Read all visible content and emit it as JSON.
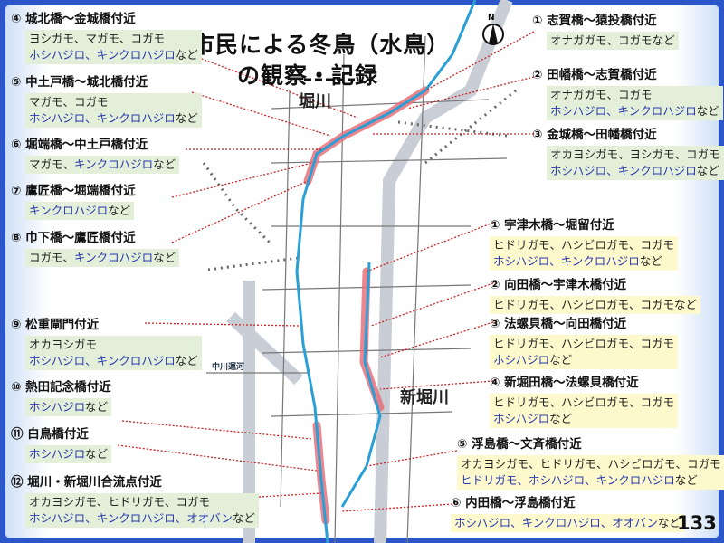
{
  "title": {
    "line1": "市民による冬鳥（水鳥）",
    "line2": "の観察・記録"
  },
  "map_labels": {
    "horikawa": "堀川",
    "shinhorikawa": "新堀川",
    "nakagawa": "中川運河",
    "north": "N"
  },
  "page_number": "133",
  "colors": {
    "green_box": "#e3efd9",
    "yellow_box": "#fdf9cc",
    "river": "#2a9fd6",
    "highlight": "#e8707a",
    "leader": "#cc2222"
  },
  "horikawa_left": [
    {
      "title": "④ 城北橋～金城橋付近",
      "lines": [
        [
          {
            "t": "ヨシガモ、マガモ、コガモ",
            "c": "k"
          }
        ],
        [
          {
            "t": "ホシハジロ、キンクロハジロ",
            "c": "b"
          },
          {
            "t": "など",
            "c": "k"
          }
        ]
      ]
    },
    {
      "title": "⑤ 中土戸橋～城北橋付近",
      "lines": [
        [
          {
            "t": "マガモ、コガモ",
            "c": "k"
          }
        ],
        [
          {
            "t": "ホシハジロ、キンクロハジロ",
            "c": "b"
          },
          {
            "t": "など",
            "c": "k"
          }
        ]
      ]
    },
    {
      "title": "⑥ 堀端橋～中土戸橋付近",
      "lines": [
        [
          {
            "t": "マガモ、",
            "c": "k"
          },
          {
            "t": "キンクロハジロ",
            "c": "b"
          },
          {
            "t": "など",
            "c": "k"
          }
        ]
      ]
    },
    {
      "title": "⑦ 鷹匠橋～堀端橋付近",
      "lines": [
        [
          {
            "t": "キンクロハジロ",
            "c": "b"
          },
          {
            "t": "など",
            "c": "k"
          }
        ]
      ]
    },
    {
      "title": "⑧ 巾下橋～鷹匠橋付近",
      "lines": [
        [
          {
            "t": "コガモ、",
            "c": "k"
          },
          {
            "t": "キンクロハジロ",
            "c": "b"
          },
          {
            "t": "など",
            "c": "k"
          }
        ]
      ]
    },
    {
      "title": "⑨ 松重閘門付近",
      "lines": [
        [
          {
            "t": "オカヨシガモ",
            "c": "k"
          }
        ],
        [
          {
            "t": "ホシハジロ、キンクロハジロ",
            "c": "b"
          },
          {
            "t": "など",
            "c": "k"
          }
        ]
      ]
    },
    {
      "title": "⑩ 熱田記念橋付近",
      "lines": [
        [
          {
            "t": "ホシハジロ",
            "c": "b"
          },
          {
            "t": "など",
            "c": "k"
          }
        ]
      ]
    },
    {
      "title": "⑪ 白鳥橋付近",
      "lines": [
        [
          {
            "t": "ホシハジロ",
            "c": "b"
          },
          {
            "t": "など",
            "c": "k"
          }
        ]
      ]
    },
    {
      "title": "⑫ 堀川・新堀川合流点付近",
      "lines": [
        [
          {
            "t": "オカヨシガモ、ヒドリガモ、コガモ",
            "c": "k"
          }
        ],
        [
          {
            "t": "ホシハジロ、キンクロハジロ、オオバン",
            "c": "b"
          },
          {
            "t": "など",
            "c": "k"
          }
        ]
      ]
    }
  ],
  "horikawa_right": [
    {
      "title": "① 志賀橋～猿投橋付近",
      "lines": [
        [
          {
            "t": "オナガガモ、コガモなど",
            "c": "k"
          }
        ]
      ]
    },
    {
      "title": "② 田幡橋～志賀橋付近",
      "lines": [
        [
          {
            "t": "オナガガモ、コガモ",
            "c": "k"
          }
        ],
        [
          {
            "t": "ホシハジロ、キンクロハジロ",
            "c": "b"
          },
          {
            "t": "など",
            "c": "k"
          }
        ]
      ]
    },
    {
      "title": "③ 金城橋～田幡橋付近",
      "lines": [
        [
          {
            "t": "オカヨシガモ、ヨシガモ、コガモ",
            "c": "k"
          }
        ],
        [
          {
            "t": "ホシハジロ、キンクロハジロ",
            "c": "b"
          },
          {
            "t": "など",
            "c": "k"
          }
        ]
      ]
    }
  ],
  "shinhorikawa": [
    {
      "title": "① 宇津木橋～堀留付近",
      "lines": [
        [
          {
            "t": "ヒドリガモ、ハシビロガモ、コガモ",
            "c": "k"
          }
        ],
        [
          {
            "t": "ホシハジロ、キンクロハジロ",
            "c": "b"
          },
          {
            "t": "など",
            "c": "k"
          }
        ]
      ]
    },
    {
      "title": "② 向田橋～宇津木橋付近",
      "lines": [
        [
          {
            "t": "ヒドリガモ、ハシビロガモ、コガモなど",
            "c": "k"
          }
        ]
      ]
    },
    {
      "title": "③ 法螺貝橋～向田橋付近",
      "lines": [
        [
          {
            "t": "ヒドリガモ、ハシビロガモ、コガモ",
            "c": "k"
          }
        ],
        [
          {
            "t": "ホシハジロ",
            "c": "b"
          },
          {
            "t": "など",
            "c": "k"
          }
        ]
      ]
    },
    {
      "title": "④ 新堀田橋～法螺貝橋付近",
      "lines": [
        [
          {
            "t": "ヒドリガモ、ハシビロガモ、コガモ",
            "c": "k"
          }
        ],
        [
          {
            "t": "ホシハジロ",
            "c": "b"
          },
          {
            "t": "など",
            "c": "k"
          }
        ]
      ]
    },
    {
      "title": "⑤ 浮島橋～文斉橋付近",
      "lines": [
        [
          {
            "t": "オカヨシガモ、ヒドリガモ、ハシビロガモ、コガモ",
            "c": "k"
          }
        ],
        [
          {
            "t": "ヒドリガモ、ホシハジロ、キンクロハジロ",
            "c": "b"
          },
          {
            "t": "など",
            "c": "k"
          }
        ]
      ]
    },
    {
      "title": "⑥ 内田橋～浮島橋付近",
      "lines": [
        [
          {
            "t": "ホシハジロ、キンクロハジロ、オオバン",
            "c": "b"
          },
          {
            "t": "など",
            "c": "k"
          }
        ]
      ]
    }
  ]
}
